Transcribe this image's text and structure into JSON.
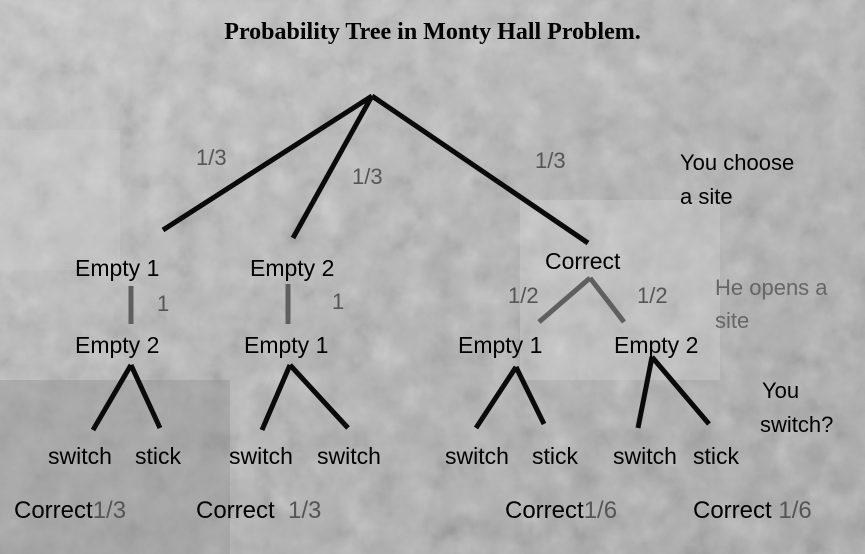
{
  "title": "Probability Tree in Monty Hall Problem.",
  "colors": {
    "line_dark": "#0a0a0a",
    "line_grey": "#5f5f5f",
    "prob_text": "#555555",
    "bg": "#bdbdbd"
  },
  "level1": {
    "probs": [
      "1/3",
      "1/3",
      "1/3"
    ],
    "nodes": [
      "Empty 1",
      "Empty 2",
      "Correct"
    ]
  },
  "level2": {
    "probs": [
      "1",
      "1",
      "1/2",
      "1/2"
    ],
    "nodes": [
      "Empty 2",
      "Empty 1",
      "Empty 1",
      "Empty 2"
    ]
  },
  "level3": {
    "labels": [
      "switch",
      "stick",
      "switch",
      "switch",
      "switch",
      "stick",
      "switch",
      "stick"
    ]
  },
  "annotations": {
    "choose_line1": "You choose",
    "choose_line2": "a site",
    "opens_line1": "He opens a",
    "opens_line2": "site",
    "switch_line1": "You",
    "switch_line2": "switch?"
  },
  "results": [
    {
      "label": "Correct",
      "prob": "1/3"
    },
    {
      "label": "Correct",
      "prob": "1/3"
    },
    {
      "label": "Correct",
      "prob": "1/6"
    },
    {
      "label": "Correct",
      "prob": "1/6"
    }
  ]
}
